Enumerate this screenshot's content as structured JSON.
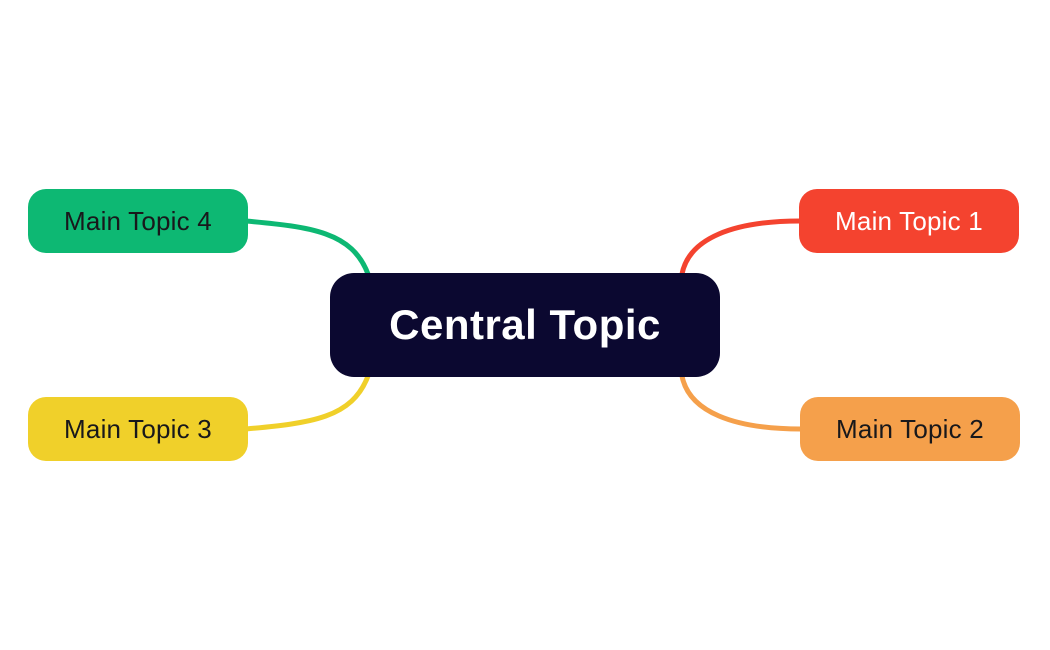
{
  "diagram": {
    "type": "mindmap",
    "background_color": "#ffffff",
    "central": {
      "label": "Central Topic",
      "fill_color": "#0b0830",
      "text_color": "#ffffff"
    },
    "topics": [
      {
        "label": "Main Topic 1",
        "position": "top-right",
        "fill_color": "#f4432f",
        "text_color": "#ffffff",
        "connector_color": "#f4432f"
      },
      {
        "label": "Main Topic 2",
        "position": "bottom-right",
        "fill_color": "#f5a04b",
        "text_color": "#18181b",
        "connector_color": "#f5a04b"
      },
      {
        "label": "Main Topic 3",
        "position": "bottom-left",
        "fill_color": "#f0d02a",
        "text_color": "#18181b",
        "connector_color": "#f0d02a"
      },
      {
        "label": "Main Topic 4",
        "position": "top-left",
        "fill_color": "#0db873",
        "text_color": "#18181b",
        "connector_color": "#0db873"
      }
    ]
  }
}
